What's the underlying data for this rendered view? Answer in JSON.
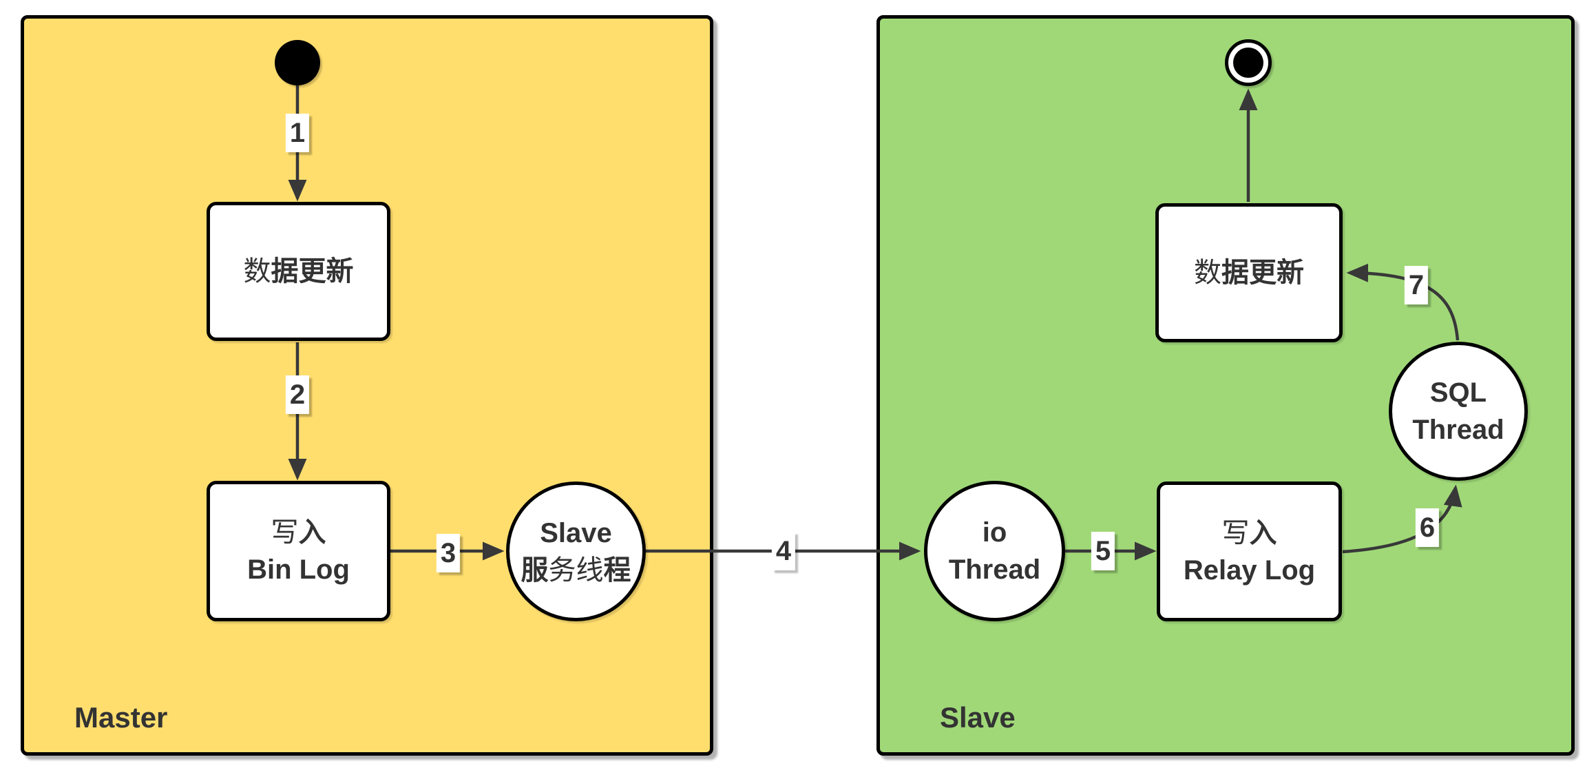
{
  "colors": {
    "master_fill": "#FFDE6E",
    "slave_fill": "#A0D878",
    "node_fill": "#FFFFFF",
    "stroke": "#000000",
    "edge": "#383838",
    "text": "#333333",
    "label_bg": "#FFFFFF"
  },
  "regions": {
    "master": {
      "label": "Master"
    },
    "slave": {
      "label": "Slave"
    }
  },
  "nodes": {
    "master_update": {
      "text_light": "数",
      "text_bold": "据更新"
    },
    "master_binlog": {
      "l1_light": "写",
      "l1_bold": "入",
      "l2": "Bin Log"
    },
    "slave_service_thread": {
      "l1": "Slave",
      "l2_b1": "服",
      "l2_light": "务线",
      "l2_b2": "程"
    },
    "io_thread": {
      "l1": "io",
      "l2": "Thread"
    },
    "relay_log": {
      "l1_light": "写",
      "l1_bold": "入",
      "l2": "Relay Log"
    },
    "sql_thread": {
      "l1": "SQL",
      "l2": "Thread"
    },
    "slave_update": {
      "text_light": "数",
      "text_bold": "据更新"
    }
  },
  "edges": {
    "e1": {
      "label": "1"
    },
    "e2": {
      "label": "2"
    },
    "e3": {
      "label": "3"
    },
    "e4": {
      "label": "4"
    },
    "e5": {
      "label": "5"
    },
    "e6": {
      "label": "6"
    },
    "e7": {
      "label": "7"
    }
  }
}
